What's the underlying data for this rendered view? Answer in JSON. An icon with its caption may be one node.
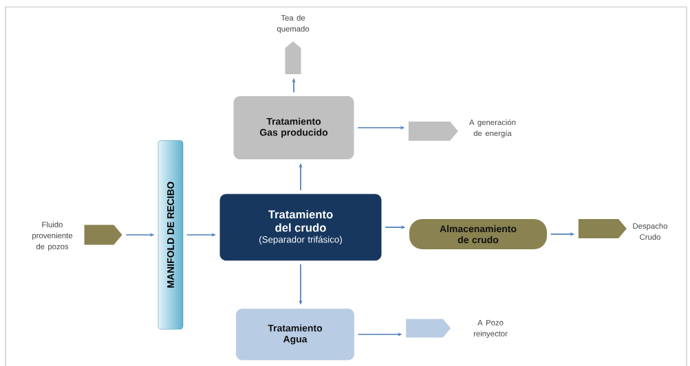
{
  "diagram": {
    "nodes": [
      {
        "text": [],
        "shape": "pentagon",
        "beside": [
          "Tea de quemado"
        ]
      },
      {
        "text": [
          "Tratamiento Gas producido"
        ]
      },
      {
        "text": [],
        "shape": "pentagon",
        "beside": [
          "A generación de energía"
        ]
      },
      {
        "text": [],
        "shape": "pentagon",
        "beside": [
          "Fluido proveniente de pozos"
        ]
      },
      {
        "text": [
          "MANIFOLD DE RECIBO"
        ]
      },
      {
        "text": [
          "Tratamiento del crudo",
          "(Separador trifásico)"
        ]
      },
      {
        "text": [
          "Almacenamiento de crudo"
        ]
      },
      {
        "text": [],
        "shape": "pentagon",
        "beside": [
          "Despacho Crudo"
        ]
      },
      {
        "text": [
          "Tratamiento Agua"
        ]
      },
      {
        "text": [],
        "shape": "pentagon",
        "beside": [
          "A Pozo reinyector"
        ]
      }
    ],
    "edges": [
      {
        "from": 3,
        "to": 4,
        "arrow": "to"
      },
      {
        "from": 4,
        "to": 5,
        "arrow": "to"
      },
      {
        "from": 5,
        "to": 1,
        "arrow": "to"
      },
      {
        "from": 1,
        "to": 0,
        "arrow": "to"
      },
      {
        "from": 1,
        "to": 2,
        "arrow": "to"
      },
      {
        "from": 5,
        "to": 6,
        "arrow": "to"
      },
      {
        "from": 6,
        "to": 7,
        "arrow": "to"
      },
      {
        "from": 5,
        "to": 8,
        "arrow": "to"
      },
      {
        "from": 8,
        "to": 9,
        "arrow": "to"
      }
    ]
  }
}
